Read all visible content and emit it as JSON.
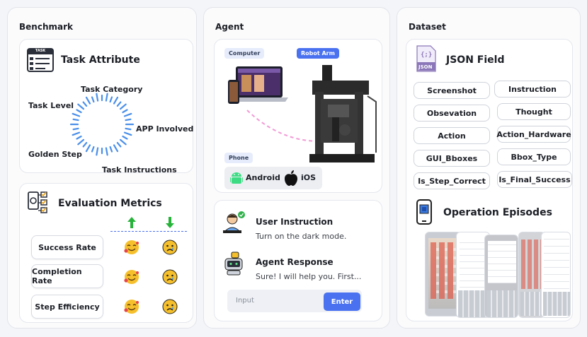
{
  "benchmark": {
    "title": "Benchmark",
    "task_attribute": {
      "heading": "Task Attribute",
      "icon_label": "TASK",
      "labels": {
        "category": "Task Category",
        "level": "Task Level",
        "app": "APP Involved",
        "golden": "Golden Step",
        "instructions": "Task Instructions"
      }
    },
    "evaluation": {
      "heading": "Evaluation Metrics",
      "metrics": [
        "Success Rate",
        "Completion Rate",
        "Step Efficiency"
      ]
    }
  },
  "agent": {
    "title": "Agent",
    "tags": {
      "computer": "Computer",
      "robot": "Robot Arm",
      "phone": "Phone"
    },
    "os": {
      "android": "Android",
      "ios": "iOS"
    },
    "chat": {
      "user_title": "User Instruction",
      "user_text": "Turn on the dark mode.",
      "agent_title": "Agent Response",
      "agent_text": "Sure! I will help you. First...",
      "input_placeholder": "Input",
      "enter_label": "Enter"
    }
  },
  "dataset": {
    "title": "Dataset",
    "json_field": {
      "heading": "JSON Field",
      "icon_label": "JSON",
      "fields": [
        "Screenshot",
        "Instruction",
        "Obsevation",
        "Thought",
        "Action",
        "Action_Hardware",
        "GUI_Bboxes",
        "Bbox_Type",
        "Is_Step_Correct",
        "Is_Final_Success"
      ]
    },
    "episodes": {
      "heading": "Operation Episodes"
    }
  },
  "colors": {
    "accent": "#4a72f0",
    "pink": "#f29ad6",
    "green": "#27b33a",
    "ray": "#4a8fea"
  }
}
